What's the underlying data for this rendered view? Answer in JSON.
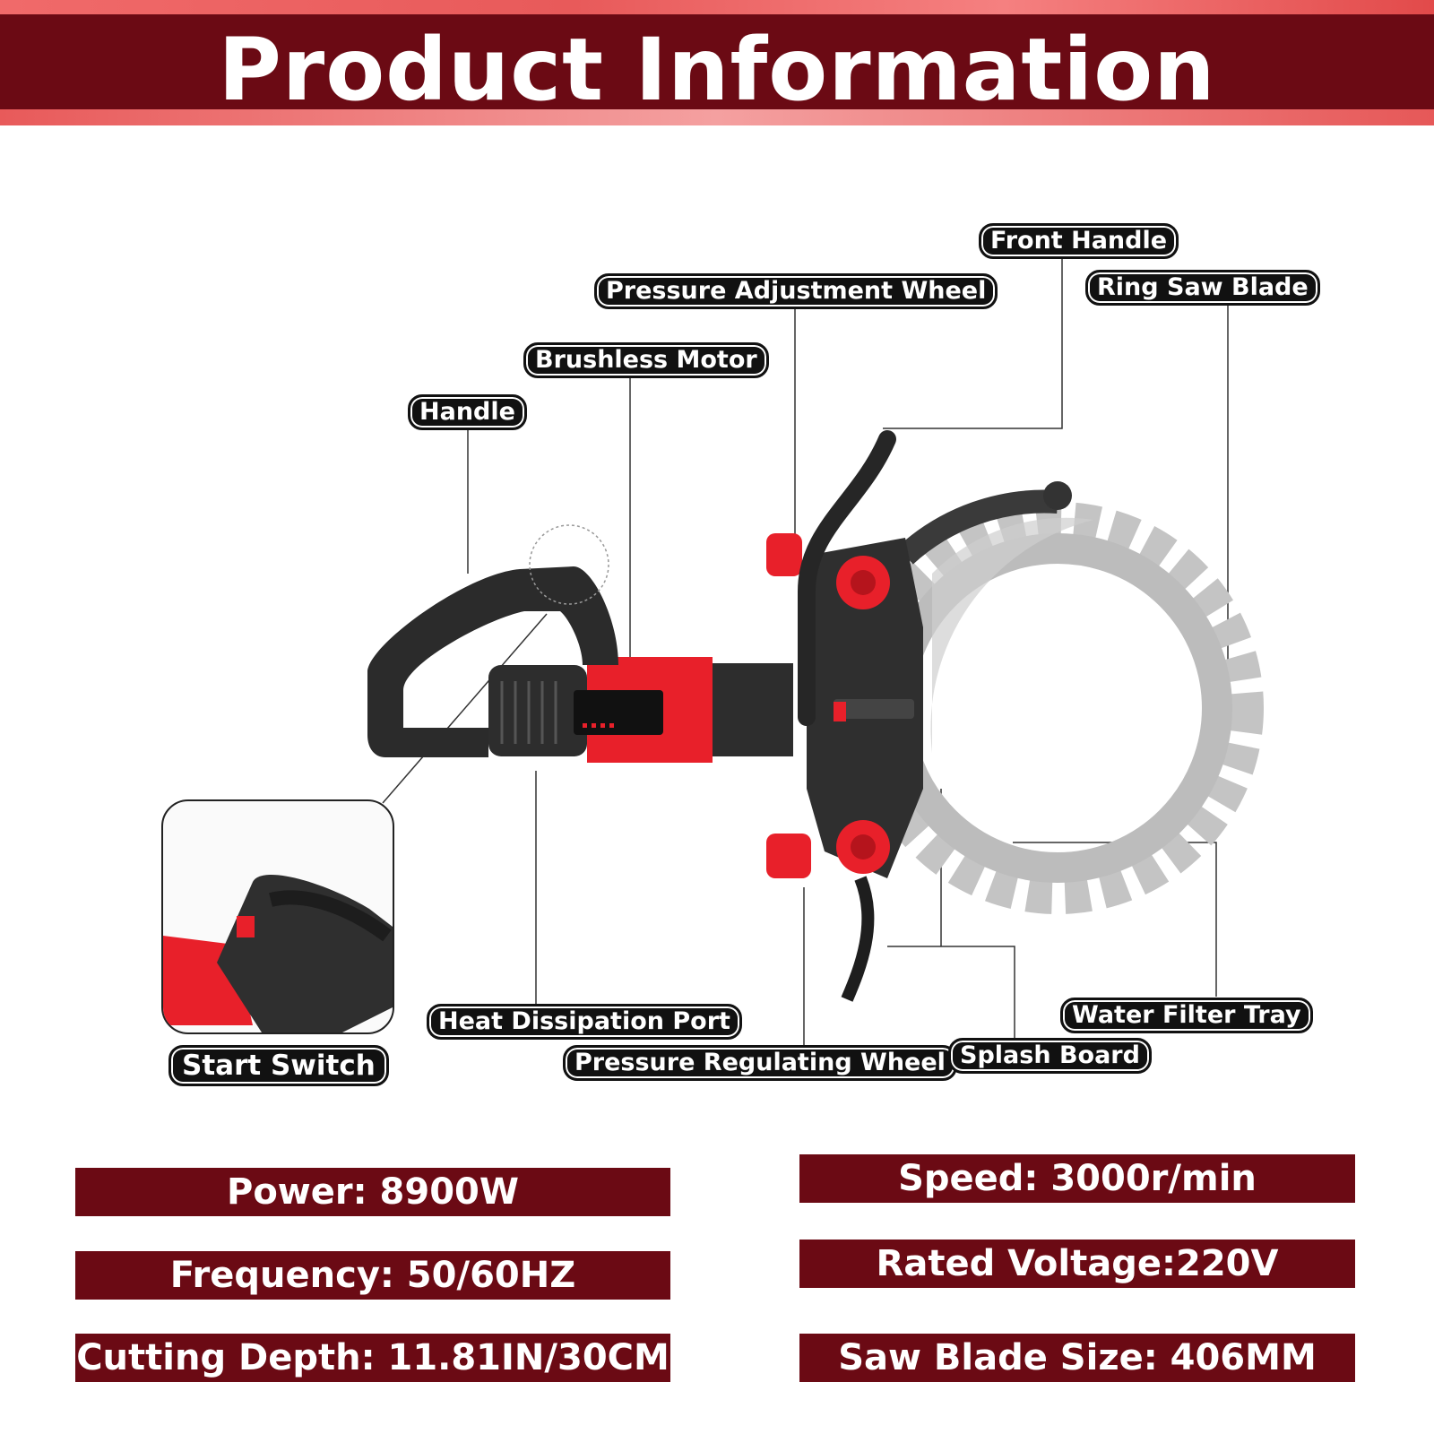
{
  "title": "Product Information",
  "callouts": {
    "front_handle": "Front Handle",
    "ring_saw_blade": "Ring Saw Blade",
    "pressure_adjustment_wheel": "Pressure Adjustment Wheel",
    "brushless_motor": "Brushless Motor",
    "handle": "Handle",
    "start_switch": "Start Switch",
    "heat_dissipation_port": "Heat Dissipation Port",
    "pressure_regulating_wheel": "Pressure Regulating Wheel",
    "splash_board": "Splash Board",
    "water_filter_tray": "Water Filter Tray"
  },
  "specs": {
    "power": "Power:  8900W",
    "frequency": "Frequency: 50/60HZ",
    "cutting_depth": "Cutting Depth: 11.81IN/30CM",
    "speed": "Speed: 3000r/min",
    "rated_voltage": "Rated Voltage:220V",
    "blade_size": "Saw Blade Size: 406MM"
  },
  "colors": {
    "brand_dark_red": "#6b0a14",
    "accent_red": "#e8202a",
    "body_dark": "#2b2b2b",
    "blade_gray": "#b8b8b8"
  }
}
